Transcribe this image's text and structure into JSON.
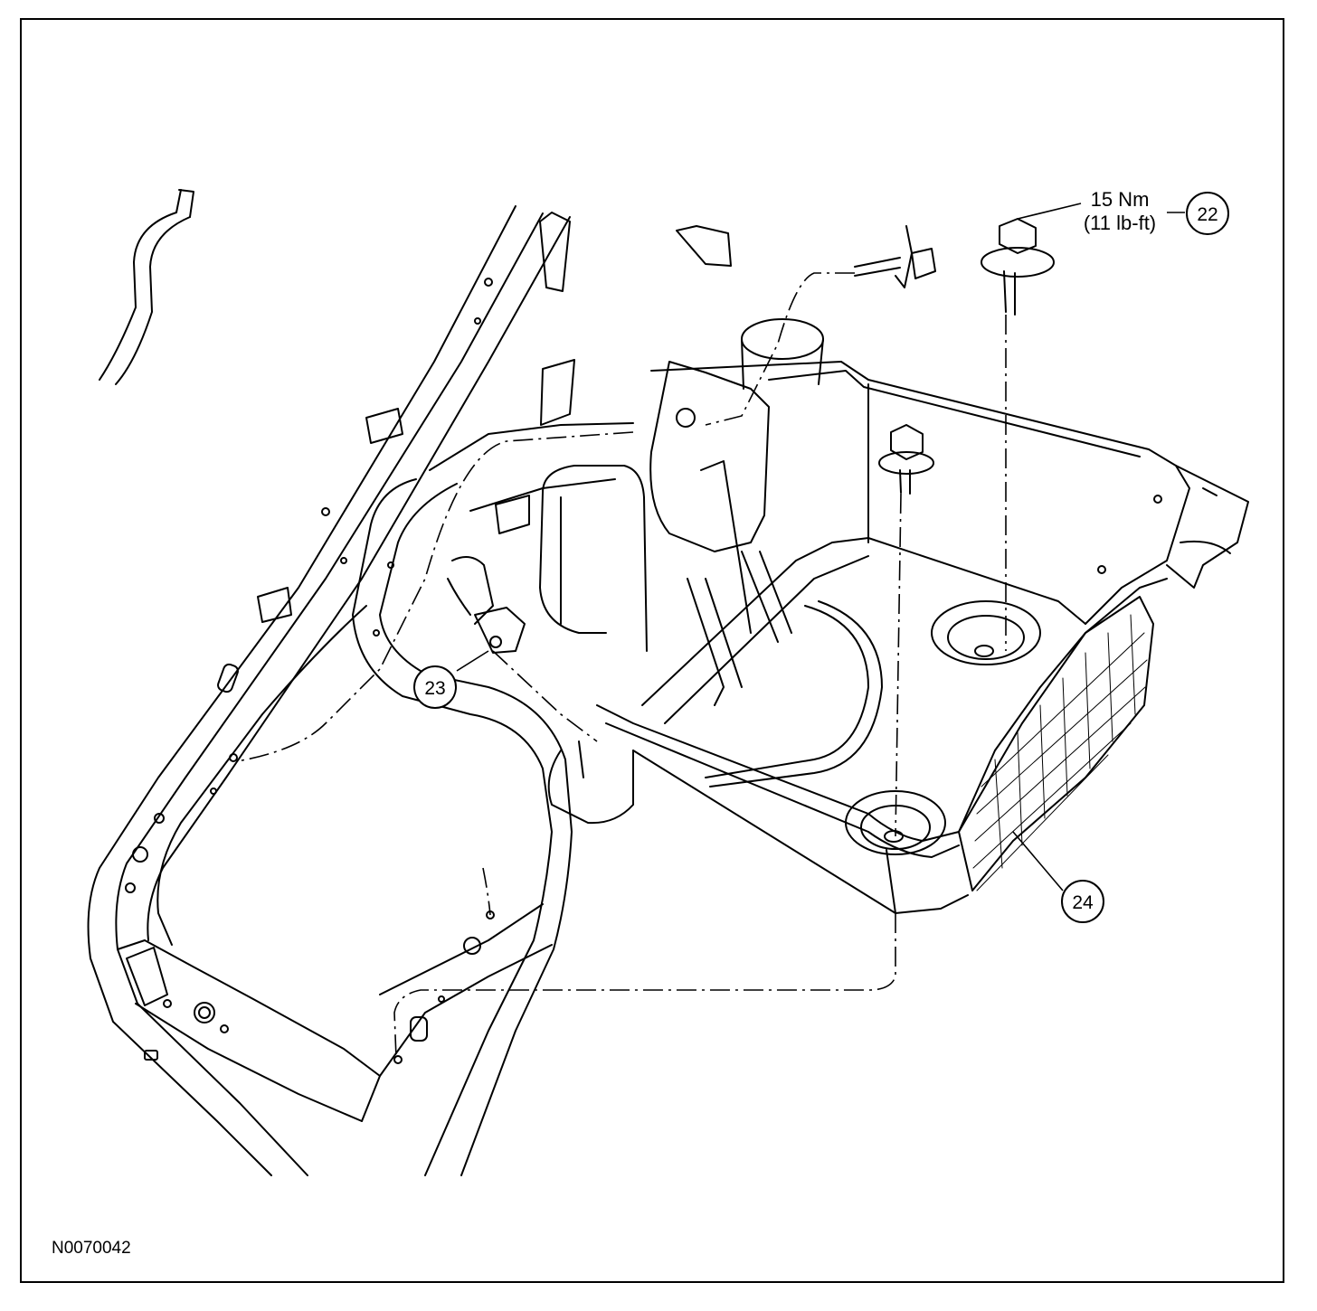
{
  "figure_id": "N0070042",
  "callouts": [
    {
      "id": "22",
      "label": "22"
    },
    {
      "id": "23",
      "label": "23"
    },
    {
      "id": "24",
      "label": "24"
    }
  ],
  "torque": {
    "line1": "15 Nm",
    "line2": "(11 lb-ft)"
  },
  "colors": {
    "ink": "#000000",
    "paper": "#ffffff"
  }
}
